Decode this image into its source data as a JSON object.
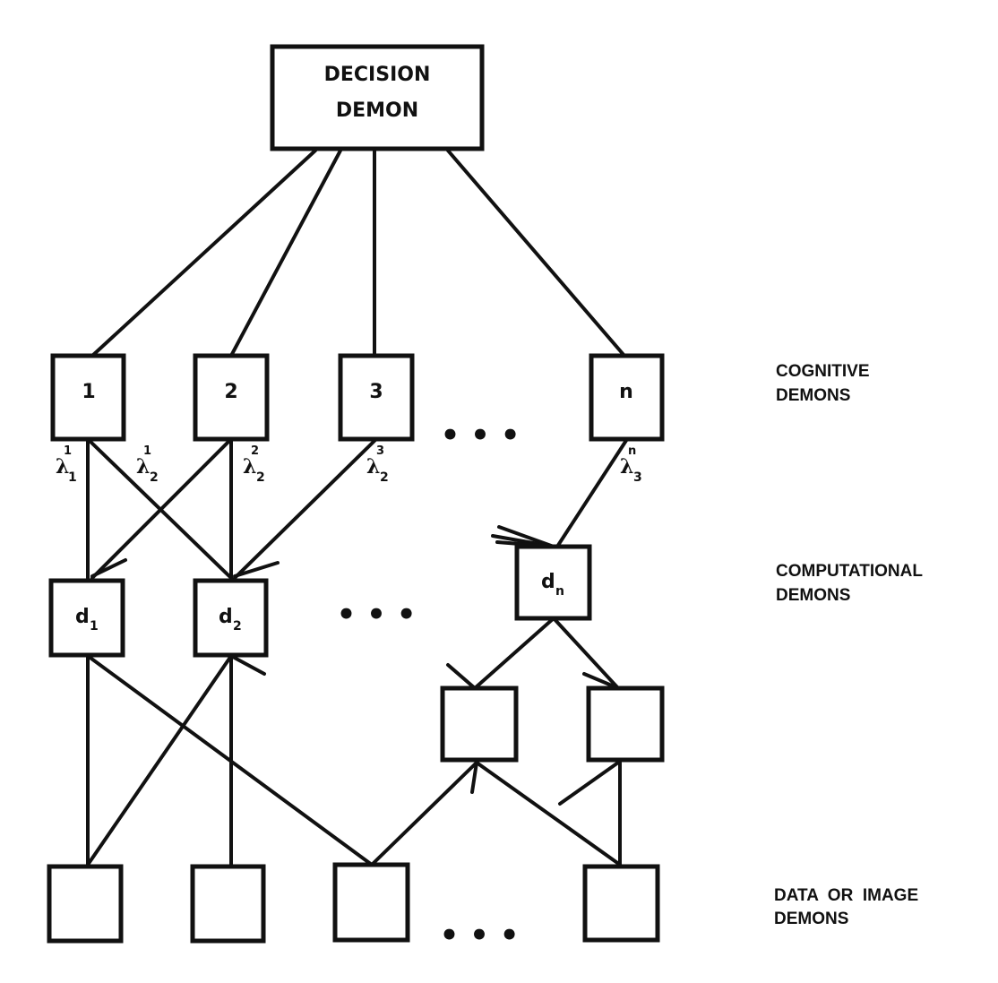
{
  "decision": {
    "line1": "DECISION",
    "line2": "DEMON"
  },
  "cognitive": [
    {
      "label": "1"
    },
    {
      "label": "2"
    },
    {
      "label": "3"
    },
    {
      "label": "n"
    }
  ],
  "weights": [
    {
      "sym": "λ",
      "sup": "1",
      "sub": "1"
    },
    {
      "sym": "λ",
      "sup": "1",
      "sub": "2"
    },
    {
      "sym": "λ",
      "sup": "2",
      "sub": "2"
    },
    {
      "sym": "λ",
      "sup": "3",
      "sub": "2"
    },
    {
      "sym": "λ",
      "sup": "n",
      "sub": "3"
    }
  ],
  "computational": [
    {
      "label": "d",
      "sub": "1"
    },
    {
      "label": "d",
      "sub": "2"
    },
    {
      "label": "d",
      "sub": "n"
    }
  ],
  "ellipsis": "• • •",
  "layers": {
    "cognitive": {
      "line1": "COGNITIVE",
      "line2": "DEMONS"
    },
    "computational": {
      "line1": "COMPUTATIONAL",
      "line2": "DEMONS"
    },
    "data": {
      "line1": "DATA  OR  IMAGE",
      "line2": "DEMONS"
    }
  }
}
